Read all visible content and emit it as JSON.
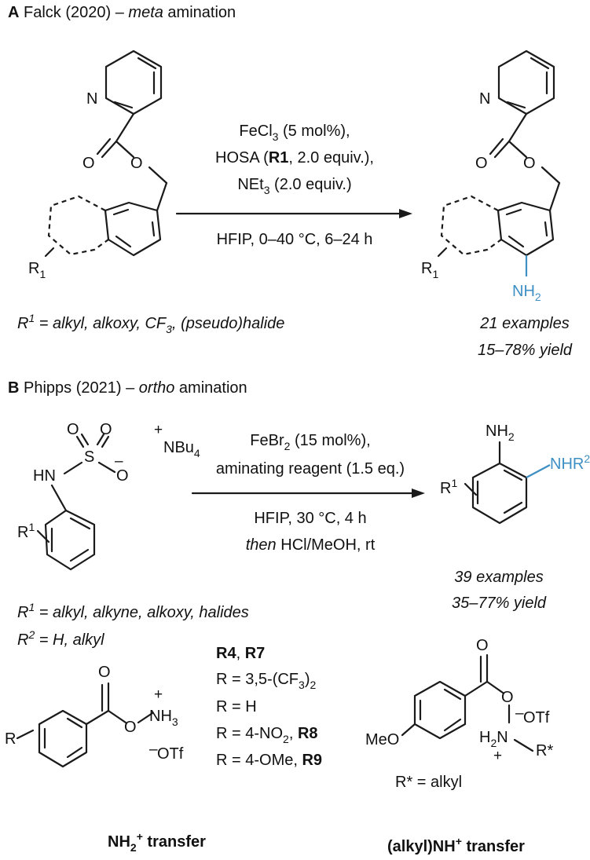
{
  "section_a": {
    "letter": "A",
    "title_pre": " Falck (2020) – ",
    "title_em": "meta",
    "title_post": " amination",
    "reagent1_pre": "FeCl",
    "reagent1_sub": "3",
    "reagent1_post": " (5 mol%),",
    "reagent2_pre": "HOSA (",
    "reagent2_bold": "R1",
    "reagent2_post": ", 2.0 equiv.),",
    "reagent3_pre": "NEt",
    "reagent3_sub": "3",
    "reagent3_post": " (2.0 equiv.)",
    "conditions": "HFIP, 0–40 °C, 6–24 h",
    "atom_N": "N",
    "atom_O": "O",
    "r_sub_main": "R",
    "r_sub_index": "1",
    "nh2_main": "NH",
    "nh2_sub": "2",
    "scope_r": "R",
    "scope_sup": "1",
    "scope_rest_1": " = alkyl, alkoxy, CF",
    "scope_cf3_sub": "3",
    "scope_rest_2": ", (pseudo)halide",
    "examples": "21 examples",
    "yield": "15–78% yield"
  },
  "section_b": {
    "letter": "B",
    "title_pre": " Phipps (2021) – ",
    "title_em": "ortho",
    "title_post": " amination",
    "reagent1_pre": "FeBr",
    "reagent1_sub": "2",
    "reagent1_post": " (15 mol%),",
    "reagent2": "aminating reagent (1.5 eq.)",
    "conditions1": "HFIP, 30 °C, 4 h",
    "conditions2_em": "then",
    "conditions2_post": " HCl/MeOH, rt",
    "atom_S": "S",
    "atom_HN": "HN",
    "plus": "+",
    "minus": "–",
    "nbu_main": "NBu",
    "nbu_sub": "4",
    "r1_main": "R",
    "r1_sup": "1",
    "nh2_main": "NH",
    "nh2_sub": "2",
    "nhr_main": "NHR",
    "nhr_sup": "2",
    "examples": "39 examples",
    "yield": "35–77% yield",
    "scope1_r": "R",
    "scope1_sup": "1",
    "scope1_rest": " = alkyl, alkyne, alkoxy, halides",
    "scope2_r": "R",
    "scope2_sup": "2",
    "scope2_rest": " = H, alkyl"
  },
  "reagents": {
    "list_r4": "R4",
    "list_comma": ", ",
    "list_r7": "R7",
    "line2_pre": "R = 3,5-(CF",
    "line2_sub1": "3",
    "line2_post": ")",
    "line2_sub2": "2",
    "line3": "R = H",
    "line4_pre": "R = 4-NO",
    "line4_sub": "2",
    "line4_mid": ", ",
    "line4_bold": "R8",
    "line5_pre": "R = 4-OMe, ",
    "line5_bold": "R9",
    "r_label": "R",
    "nh3_main": "NH",
    "nh3_sub": "3",
    "otf": "OTf",
    "meo": "MeO",
    "h2n_main": "H",
    "h2n_sub": "2",
    "h2n_N": "N",
    "rstar": "R*",
    "rstar_def": "R* = alkyl",
    "caption1_main": "NH",
    "caption1_sub": "2",
    "caption1_sup": "+",
    "caption1_rest": " transfer",
    "caption2_pre": "(alkyl)NH",
    "caption2_sup": "+",
    "caption2_rest": " transfer"
  }
}
